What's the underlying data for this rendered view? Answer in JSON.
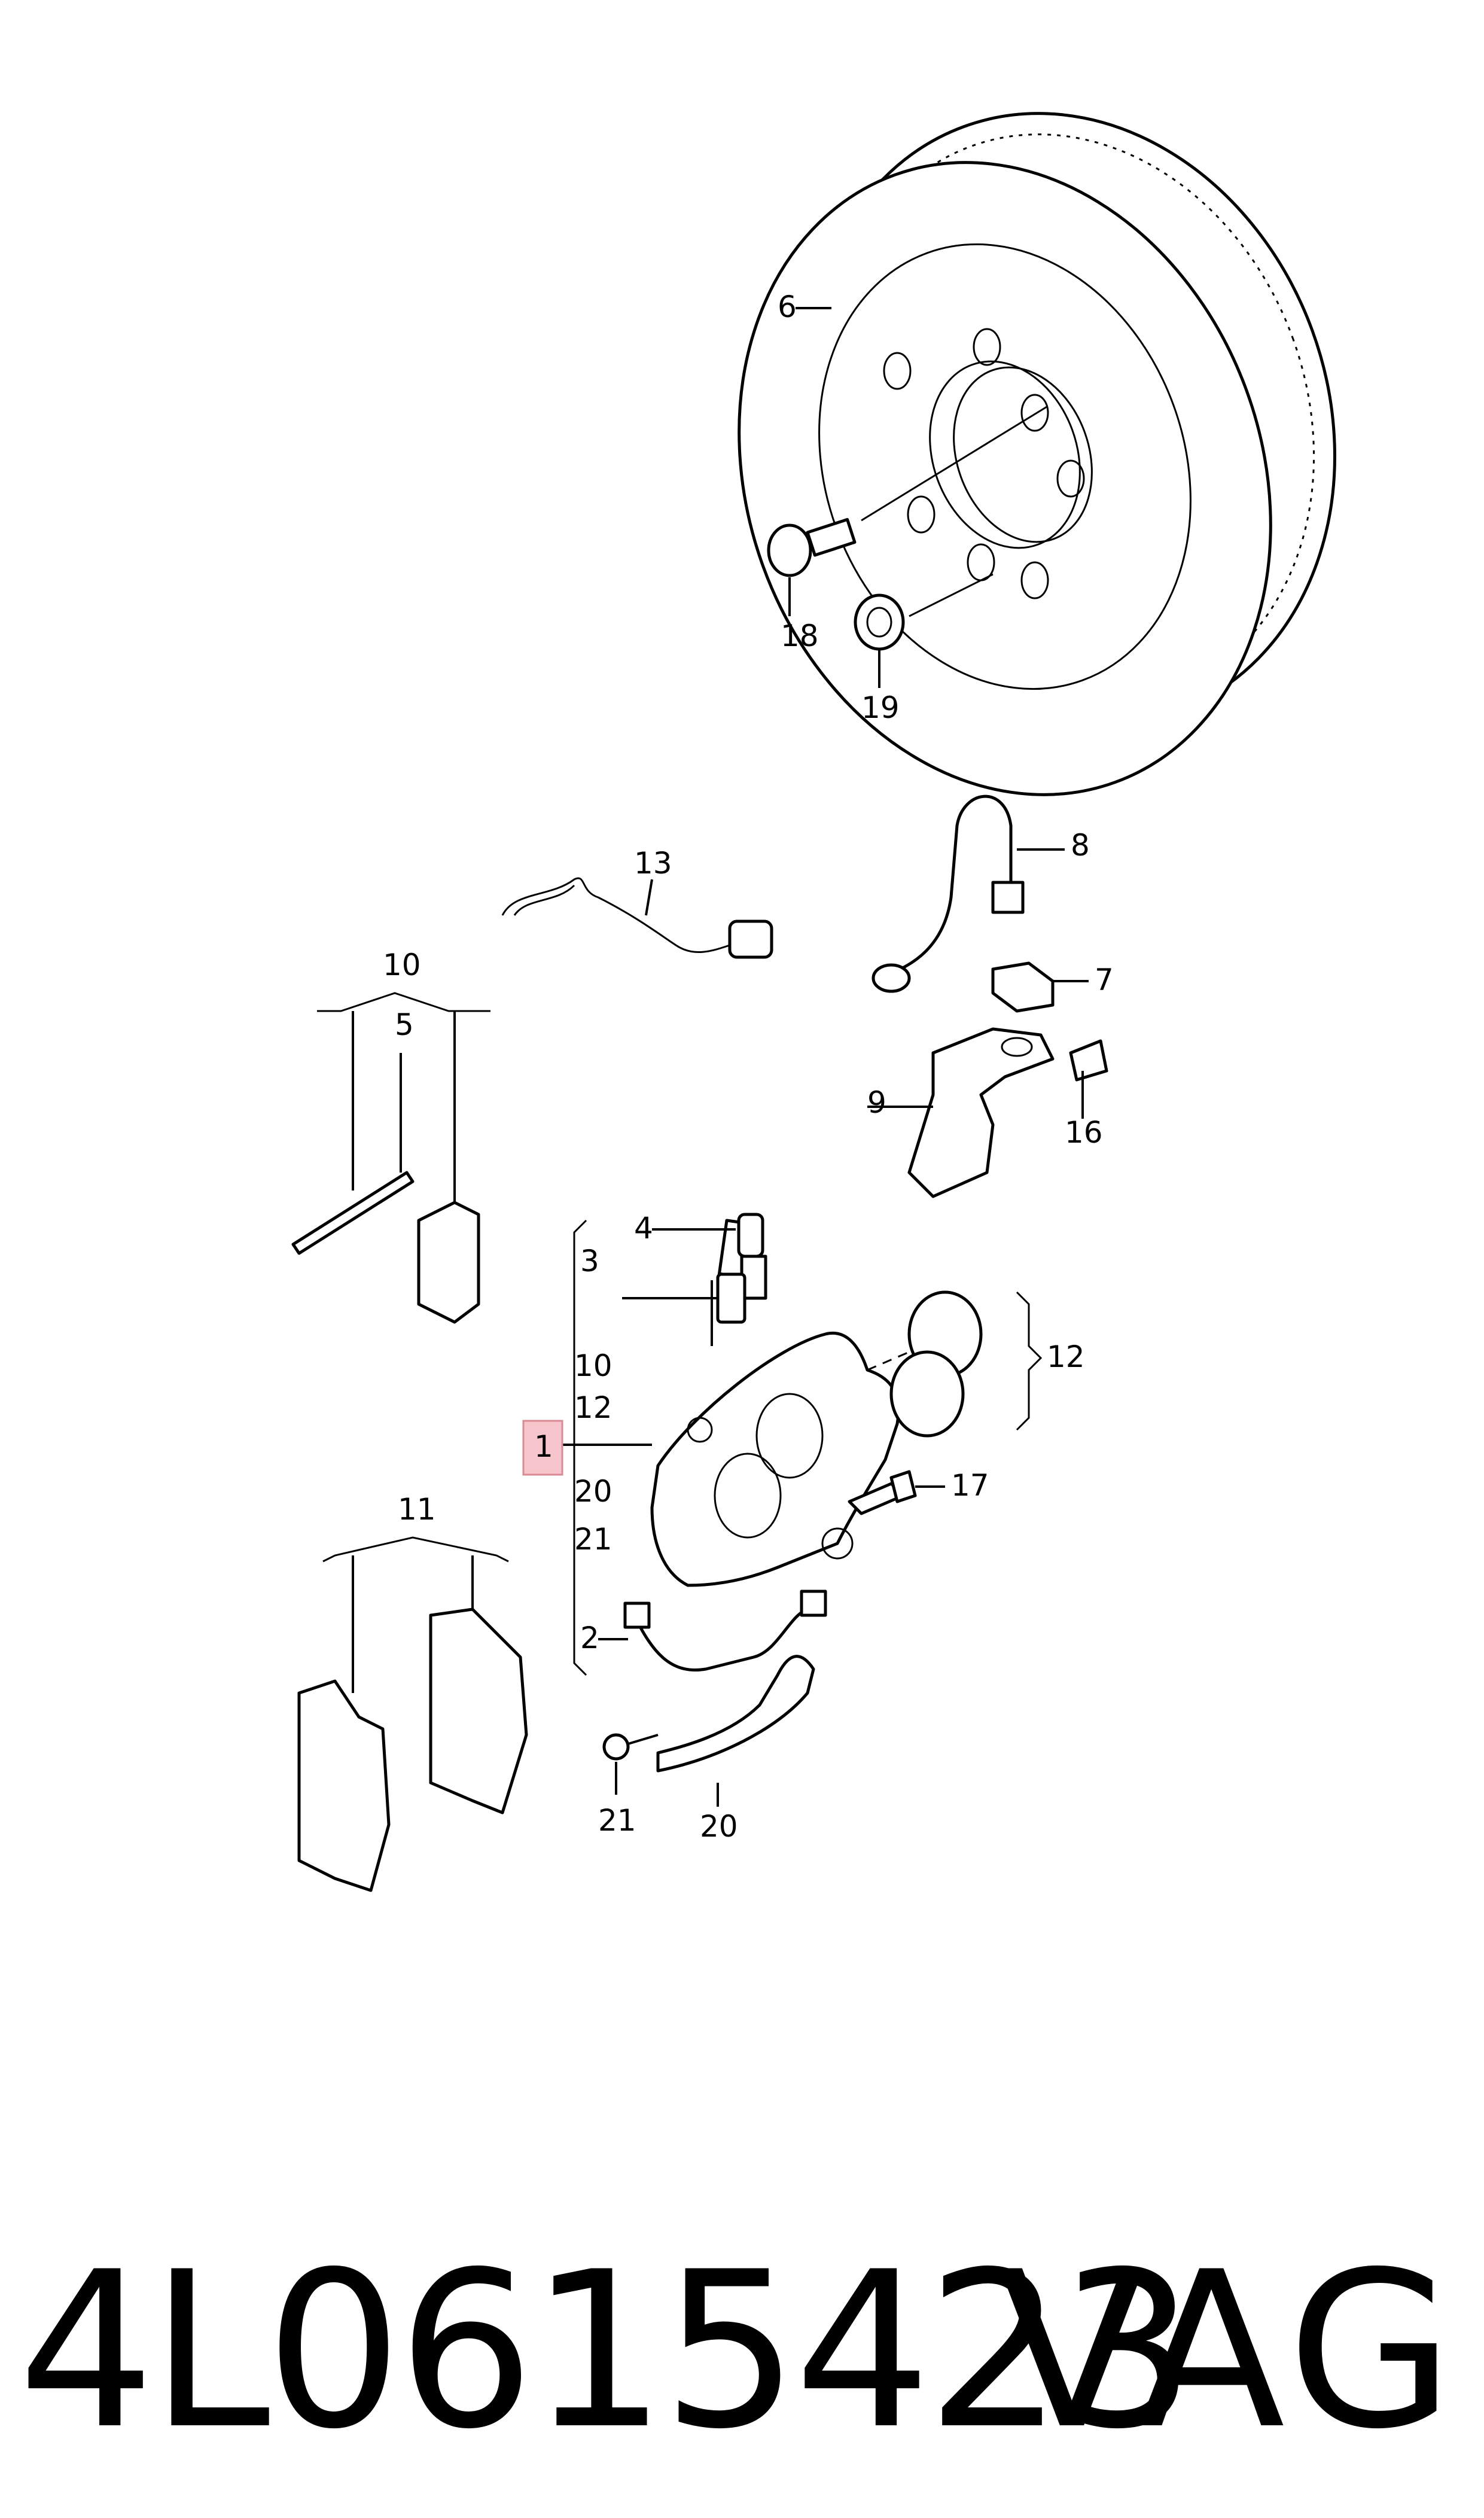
{
  "diagram": {
    "callouts": {
      "c1": "1",
      "c2": "2",
      "c3": "3",
      "c4": "4",
      "c5": "5",
      "c6": "6",
      "c7": "7",
      "c8": "8",
      "c9": "9",
      "c10a": "10",
      "c10b": "10",
      "c11": "11",
      "c12a": "12",
      "c12b": "12",
      "c13": "13",
      "c16": "16",
      "c17": "17",
      "c18": "18",
      "c19": "19",
      "c20a": "20",
      "c20b": "20",
      "c21a": "21",
      "c21b": "21"
    },
    "highlight_color": "#f6c6cc"
  },
  "footer": {
    "part_number": "4L0615423",
    "brand": "VAG"
  }
}
